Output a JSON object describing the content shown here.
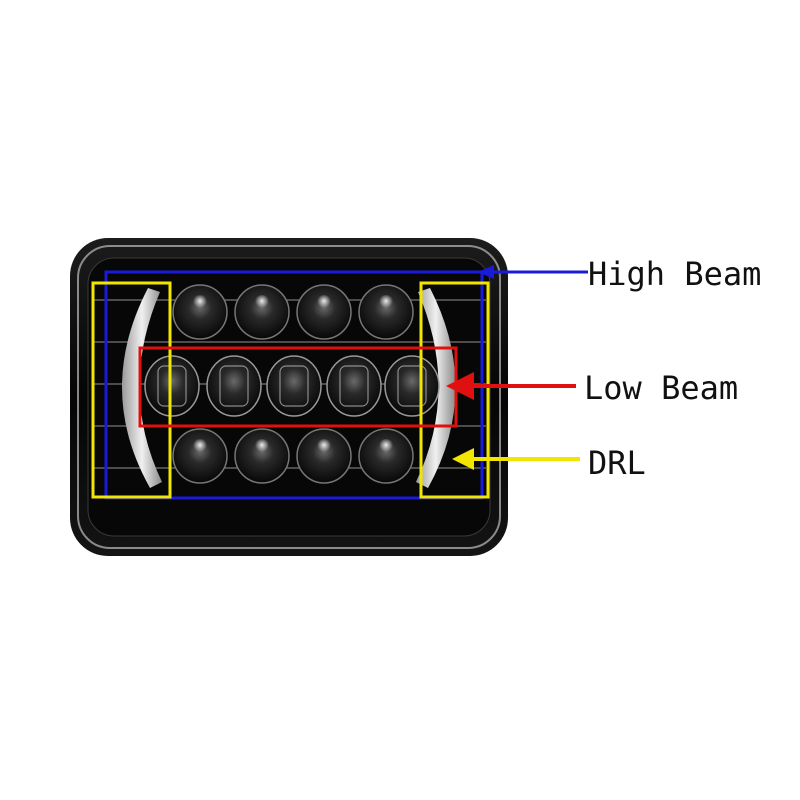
{
  "callouts": {
    "high_beam": {
      "label": "High Beam",
      "color": "#1a1adb"
    },
    "low_beam": {
      "label": "Low Beam",
      "color": "#e01010"
    },
    "drl": {
      "label": "DRL",
      "color": "#f2e600"
    }
  },
  "product": {
    "housing_color": "#0a0a0a",
    "lens_rim_color": "#bdbdbd"
  }
}
